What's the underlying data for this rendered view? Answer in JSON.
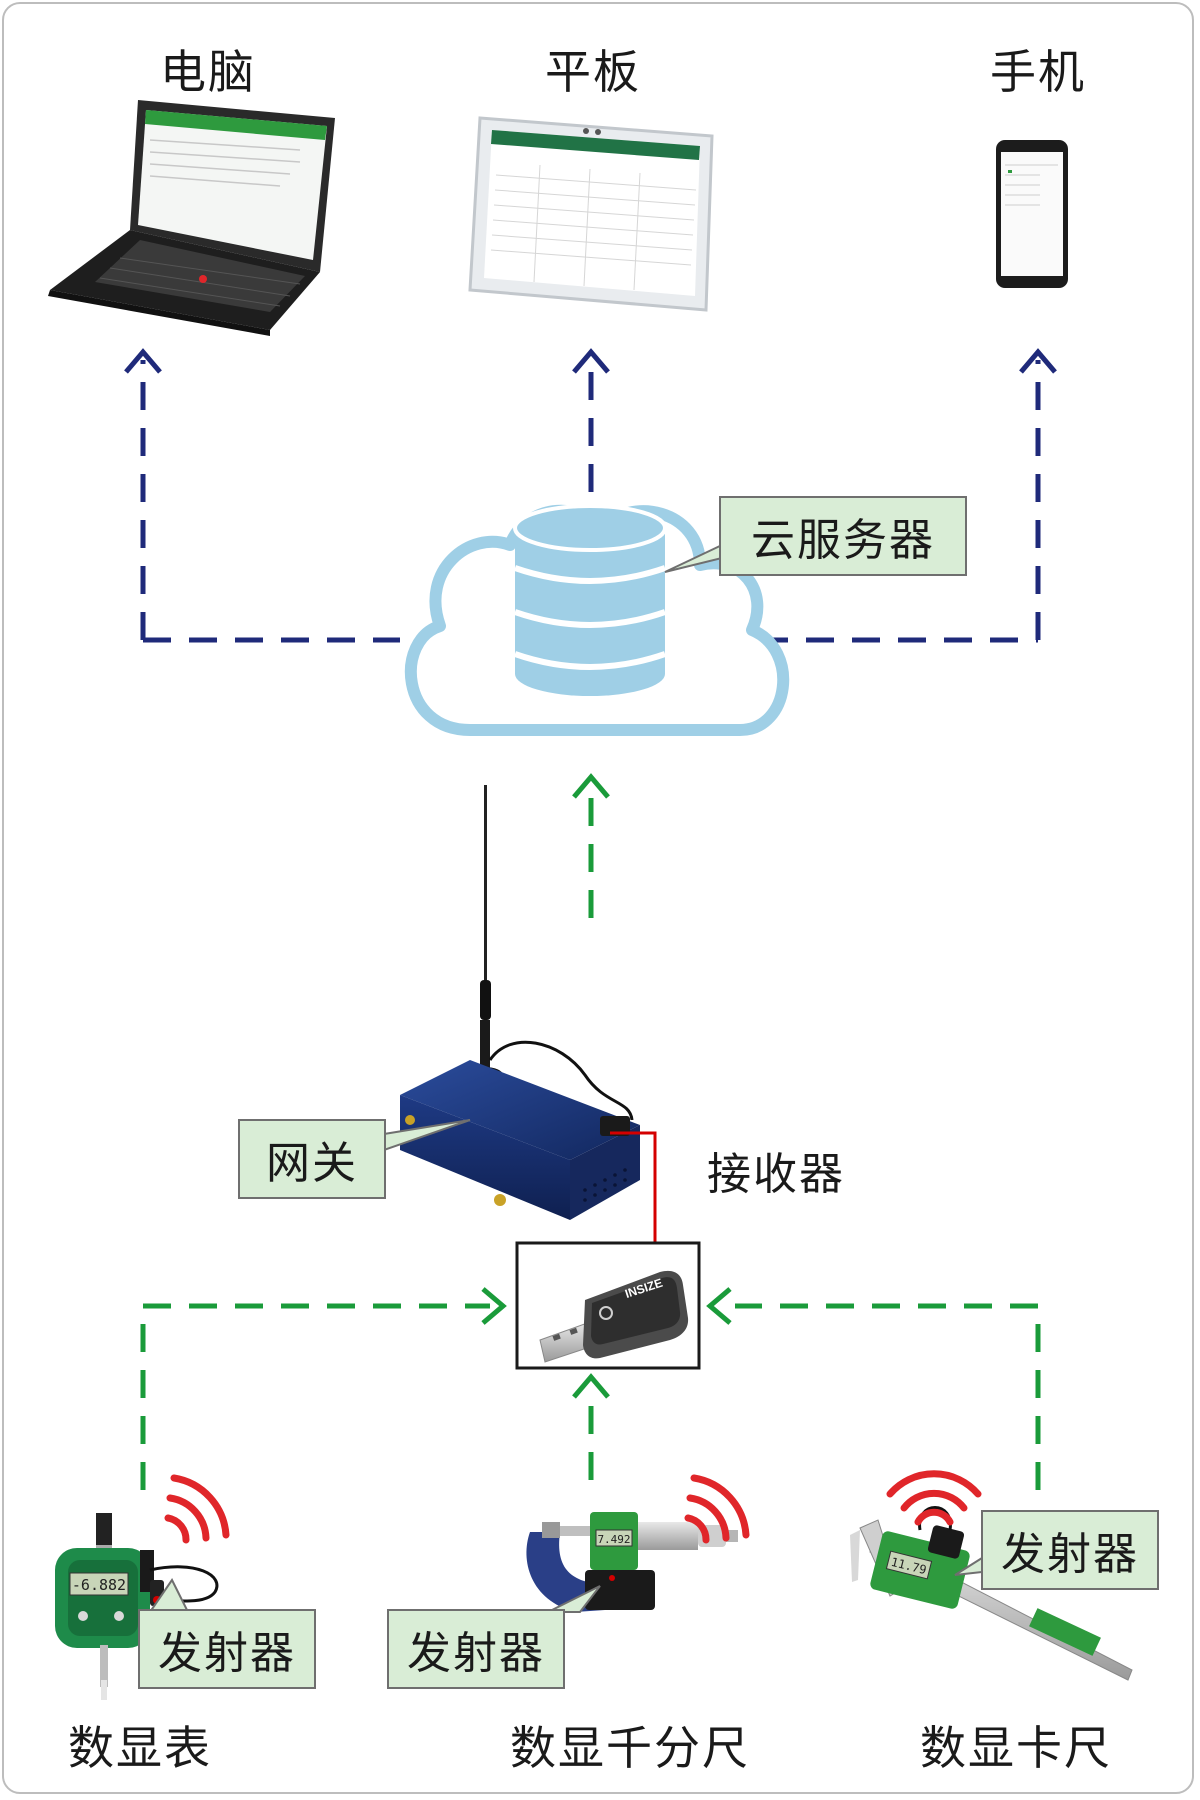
{
  "devices_top": {
    "computer": "电脑",
    "tablet": "平板",
    "phone": "手机"
  },
  "cloud": {
    "label": "云服务器"
  },
  "gateway": {
    "label": "网关"
  },
  "receiver": {
    "label": "接收器"
  },
  "transmitters": {
    "indicator": "发射器",
    "micrometer": "发射器",
    "caliper": "发射器"
  },
  "instruments": {
    "indicator": "数显表",
    "micrometer": "数显千分尺",
    "caliper": "数显卡尺"
  },
  "screens": {
    "caliper_reading": "11.79",
    "micrometer_reading": "7.492",
    "indicator_reading": "-6.882"
  },
  "colors": {
    "upstream_arrow": "#1f2a7a",
    "downstream_arrow": "#1a9b3a",
    "wireless_signal": "#e0262a",
    "cloud_outline": "#9fcfe6",
    "server_fill": "#9fcfe6",
    "callout_bg": "#d9edd6",
    "link_line": "#d40000"
  }
}
